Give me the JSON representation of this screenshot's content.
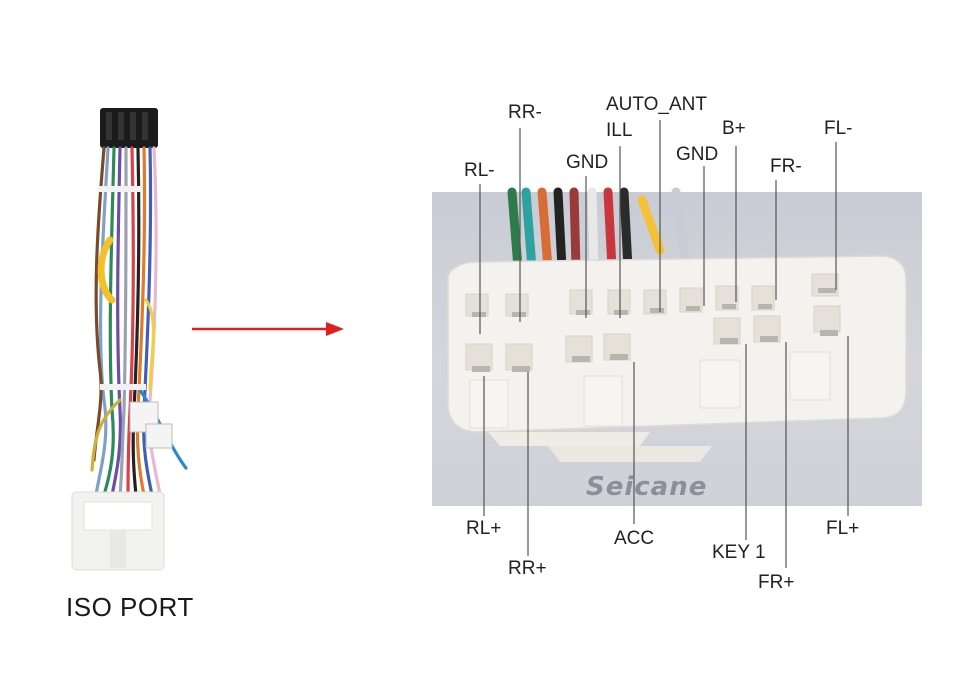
{
  "caption": "ISO PORT",
  "brand": "Seicane",
  "colors": {
    "arrow": "#e0201e",
    "leader": "#555555",
    "connector": "#f4f2ee"
  },
  "pins_top": {
    "rr_minus": "RR-",
    "auto_ant": "AUTO_ANT",
    "ill": "ILL",
    "b_plus": "B+",
    "fl_minus": "FL-",
    "rl_minus": "RL-",
    "gnd_1": "GND",
    "gnd_2": "GND",
    "fr_minus": "FR-"
  },
  "pins_bottom": {
    "rl_plus": "RL+",
    "rr_plus": "RR+",
    "acc": "ACC",
    "key1": "KEY 1",
    "fr_plus": "FR+",
    "fl_plus": "FL+"
  }
}
